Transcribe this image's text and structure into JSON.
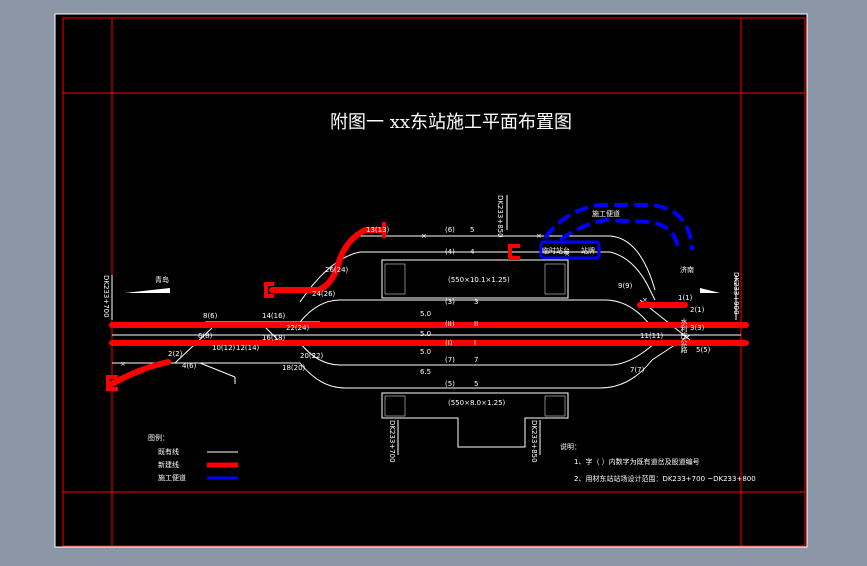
{
  "title": "附图一  xx东站施工平面布置图",
  "platforms": {
    "upper": "(550×10.1×1.25)",
    "lower": "(550×8.0×1.25)"
  },
  "labels": {
    "construction_road": "施工便道",
    "temp_plank": "临时站台",
    "station_sign": "站牌",
    "qingdao": "青岛",
    "jinan": "济南",
    "water_road": "水利庄公路",
    "dk_left": "DK233+700",
    "dk_right": "DK233+900",
    "dk_top": "DK233+850",
    "dk_bot_left": "DK233+700",
    "dk_bot_right": "DK233+850"
  },
  "track_labels": [
    "(6)",
    "5",
    "(4)",
    "4",
    "(II)",
    "II",
    "(I)",
    "I",
    "(3)",
    "3",
    "(5)",
    "5",
    "(7)",
    "7"
  ],
  "spacings": [
    "5.0",
    "5.0",
    "5.0",
    "6.5"
  ],
  "switch_labels": [
    "8(6)",
    "6(8)",
    "4(6)",
    "2(2)",
    "14(16)",
    "10(12)",
    "12(14)",
    "16(18)",
    "18(20)",
    "20(22)",
    "22(24)",
    "24(26)",
    "26(24)",
    "1(1)",
    "3(3)",
    "2(1)",
    "5(5)",
    "11(11)",
    "9(9)",
    "7(7)",
    "13(13)"
  ],
  "legend": {
    "heading": "图例：",
    "items": [
      {
        "label": "既有线",
        "kind": "existing"
      },
      {
        "label": "新建线",
        "kind": "new"
      },
      {
        "label": "施工便道",
        "kind": "temp"
      }
    ]
  },
  "notes": {
    "heading": "说明：",
    "lines": [
      "1、字（ ）内数字为既有道岔及股道编号",
      "2、用材东站站场设计范围：DK233+700 ~DK233+800"
    ]
  },
  "colors": {
    "background": "#000000",
    "frame": "#ff0000",
    "existing": "#ffffff",
    "new": "#ff0000",
    "temp": "#0000ff"
  }
}
